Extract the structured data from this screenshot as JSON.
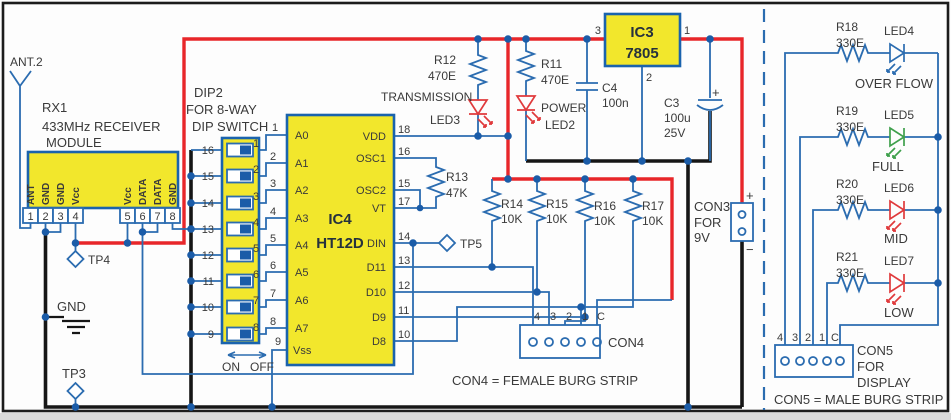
{
  "colors": {
    "wire_blue": "#2b6cb0",
    "power_red": "#e8262a",
    "ground_black": "#161616",
    "component_yellow": "#f2e72c",
    "box_border_blue": "#1a63ad",
    "junction_dot": "#1b5ca8",
    "led_red": "#e03a3c",
    "led_green": "#3fa04c",
    "led_blue": "#2b6cb0",
    "text": "#3a3a3a"
  },
  "antenna": {
    "label": "ANT.2"
  },
  "receiver": {
    "ref": "RX1",
    "name1": "433MHz RECEIVER",
    "name2": "MODULE",
    "pin_numbers": [
      "1",
      "2",
      "3",
      "4",
      "5",
      "6",
      "7",
      "8"
    ],
    "pin_labels": [
      "ANT",
      "GND",
      "GND",
      "Vcc",
      "Vcc",
      "DATA",
      "DATA",
      "GND"
    ]
  },
  "testpoints": {
    "tp3": "TP3",
    "tp4": "TP4",
    "tp5": "TP5"
  },
  "ground_label": "GND",
  "dip": {
    "ref": "DIP2",
    "desc1": "FOR 8-WAY",
    "desc2": "DIP SWITCH",
    "first_ic_pin": "1",
    "left_pins": [
      "16",
      "15",
      "14",
      "13",
      "12",
      "11",
      "10",
      "9"
    ],
    "switch_pins": [
      "1",
      "2",
      "3",
      "4",
      "5",
      "6",
      "7",
      "8"
    ],
    "ic_pins": [
      "2",
      "3",
      "4",
      "5",
      "6",
      "7",
      "8"
    ],
    "vss_pin": "9",
    "on": "ON",
    "off": "OFF"
  },
  "ic4": {
    "ref": "IC4",
    "part": "HT12D",
    "left_labels": [
      "A0",
      "A1",
      "A2",
      "A3",
      "A4",
      "A5",
      "A6",
      "A7"
    ],
    "vss_label": "Vss",
    "right_pins": [
      {
        "num": "18",
        "label": "VDD"
      },
      {
        "num": "16",
        "label": "OSC1"
      },
      {
        "num": "15",
        "label": "OSC2"
      },
      {
        "num": "17",
        "label": "VT"
      },
      {
        "num": "14",
        "label": "DIN"
      },
      {
        "num": "13",
        "label": "D11"
      },
      {
        "num": "12",
        "label": "D10"
      },
      {
        "num": "11",
        "label": "D9"
      },
      {
        "num": "10",
        "label": "D8"
      }
    ]
  },
  "r13": {
    "ref": "R13",
    "value": "47K"
  },
  "transmission": {
    "r_ref": "R12",
    "r_value": "470E",
    "label": "TRANSMISSION",
    "led_ref": "LED3"
  },
  "power_led": {
    "r_ref": "R11",
    "r_value": "470E",
    "label": "POWER",
    "led_ref": "LED2"
  },
  "regulator": {
    "ref": "IC3",
    "part": "7805",
    "pin_out": "3",
    "pin_in": "1",
    "pin_gnd": "2"
  },
  "c4": {
    "ref": "C4",
    "value": "100n"
  },
  "c3": {
    "ref": "C3",
    "value": "100u",
    "rating": "25V",
    "plus": "+"
  },
  "con3": {
    "ref": "CON3",
    "desc1": "FOR",
    "desc2": "9V",
    "plus": "+",
    "minus": "−"
  },
  "pullups": {
    "refs": [
      "R14",
      "R15",
      "R16",
      "R17"
    ],
    "values": [
      "10K",
      "10K",
      "10K",
      "10K"
    ]
  },
  "con4": {
    "pins": [
      "4",
      "3",
      "2",
      "1",
      "C"
    ],
    "ref": "CON4",
    "note": "CON4  =  FEMALE BURG STRIP"
  },
  "display": {
    "branches": [
      {
        "r_ref": "R18",
        "r_value": "330E",
        "led_ref": "LED4",
        "label": "OVER FLOW"
      },
      {
        "r_ref": "R19",
        "r_value": "330E",
        "led_ref": "LED5",
        "label": "FULL"
      },
      {
        "r_ref": "R20",
        "r_value": "330E",
        "led_ref": "LED6",
        "label": "MID"
      },
      {
        "r_ref": "R21",
        "r_value": "330E",
        "led_ref": "LED7",
        "label": "LOW"
      }
    ],
    "con5": {
      "pins": [
        "4",
        "3",
        "2",
        "1",
        "C"
      ],
      "ref": "CON5",
      "desc1": "FOR",
      "desc2": "DISPLAY",
      "note": "CON5  = MALE BURG STRIP"
    }
  }
}
